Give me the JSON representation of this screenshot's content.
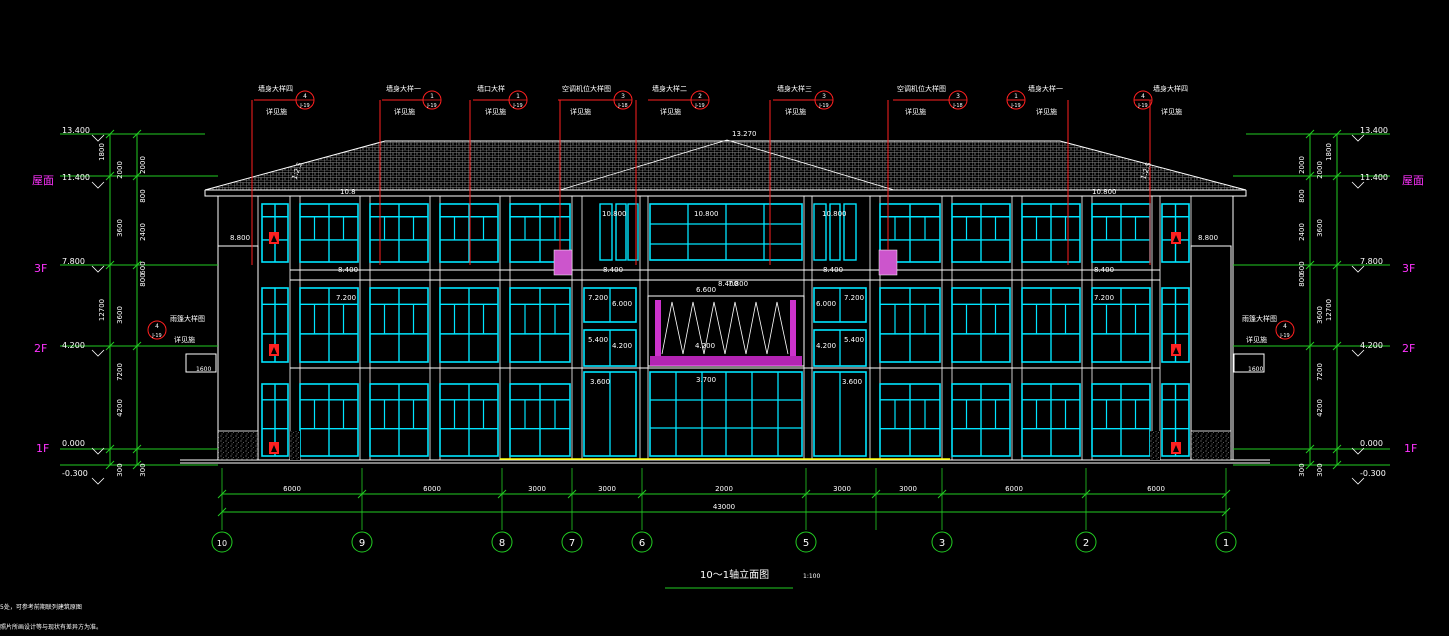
{
  "drawing": {
    "title": "10～1轴立面图",
    "scale": "1:100",
    "notes": [
      "5处，可参考前期联列建筑原图",
      "照片所画设计等与现状有差异方为准。"
    ]
  },
  "levels": {
    "left_values": [
      "13.400",
      "11.400",
      "7.800",
      "4.200",
      "0.000",
      "-0.300"
    ],
    "right_values": [
      "13.400",
      "11.400",
      "7.800",
      "4.200",
      "0.000",
      "-0.300"
    ],
    "floor_labels": [
      "屋面",
      "3F",
      "2F",
      "1F"
    ]
  },
  "vertical_dims": {
    "left_outer": [
      "1800",
      "2000",
      "3600",
      "12700",
      "3600",
      "7200",
      "4200",
      "300"
    ],
    "left_inner": [
      "2000",
      "800",
      "2400",
      "600",
      "800",
      "300"
    ],
    "right_outer": [
      "1800",
      "2000",
      "3600",
      "12700",
      "3600",
      "7200",
      "4200",
      "300"
    ],
    "right_inner": [
      "2000",
      "800",
      "2400",
      "600",
      "800",
      "300"
    ]
  },
  "horizontal_dims": {
    "segments": [
      "6000",
      "6000",
      "3000",
      "3000",
      "2000",
      "3000",
      "3000",
      "6000",
      "6000"
    ],
    "total": "43000"
  },
  "axes": [
    "10",
    "9",
    "8",
    "7",
    "6",
    "5",
    "3",
    "2",
    "1"
  ],
  "callouts": [
    {
      "title": "墙身大样四",
      "ref": "详见施",
      "num": "4",
      "sheet": "J-19"
    },
    {
      "title": "墙身大样一",
      "ref": "详见施",
      "num": "1",
      "sheet": "J-19"
    },
    {
      "title": "墙口大样",
      "ref": "详见施",
      "num": "1",
      "sheet": "J-19"
    },
    {
      "title": "空调机位大样图",
      "ref": "详见施",
      "num": "3",
      "sheet": "J-18"
    },
    {
      "title": "墙身大样二",
      "ref": "详见施",
      "num": "2",
      "sheet": "J-19"
    },
    {
      "title": "墙身大样三",
      "ref": "详见施",
      "num": "3",
      "sheet": "J-19"
    },
    {
      "title": "空调机位大样图",
      "ref": "详见施",
      "num": "3",
      "sheet": "J-18"
    },
    {
      "title": "墙身大样一",
      "ref": "详见施",
      "num": "1",
      "sheet": "J-19"
    },
    {
      "title": "墙身大样四",
      "ref": "详见施",
      "num": "4",
      "sheet": "J-19"
    }
  ],
  "canopy_callouts": [
    {
      "title": "雨篷大样图",
      "ref": "详见施",
      "num": "4",
      "sheet": "J-19",
      "dim": "1600"
    },
    {
      "title": "雨篷大样图",
      "ref": "详见施",
      "num": "4",
      "sheet": "J-19",
      "dim": "1600"
    }
  ],
  "elevation_marks": {
    "ridge": "13.270",
    "eave_left": "10.8",
    "eave_right": "10.800",
    "roof_slope_left": "1:2.5",
    "roof_slope_right": "1:2.5",
    "wing_left": "8.800",
    "wing_right": "8.800",
    "f3_a": "10.800",
    "f3_b": "10.800",
    "f3_c": "10.800",
    "f3_d": "8.400",
    "f3_e": "8.400",
    "f3_f": "8.400",
    "f3_g": "8.400",
    "f3_h": "8.400",
    "f2_a": "7.200",
    "f2_b": "7.200",
    "f2_c": "7.200",
    "f2_d": "7.200",
    "f2_e": "6.000",
    "f2_f": "6.000",
    "f2_g": "6.600",
    "f2_h": "7.800",
    "f2_i": "5.400",
    "f2_j": "5.400",
    "f2_k": "4.200",
    "f2_l": "4.200",
    "f2_m": "4.200",
    "f1_a": "3.600",
    "f1_b": "3.600",
    "f1_c": "3.700"
  },
  "colors": {
    "background": "#000000",
    "dimension": "#22cc22",
    "building": "#ffffff",
    "windows": "#00e5ff",
    "callout": "#ff2020",
    "floor_label": "#ff33ff",
    "ground": "#ffff00"
  }
}
